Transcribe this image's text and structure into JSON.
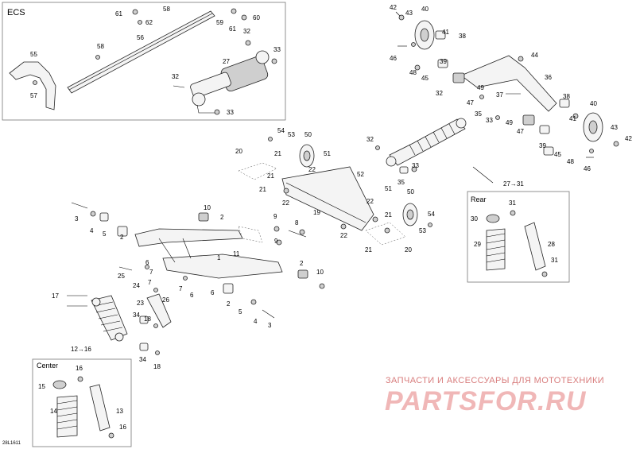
{
  "ecs_box": {
    "title": "ECS"
  },
  "rear_box": {
    "title": "Rear",
    "ref": "27→31"
  },
  "center_box": {
    "title": "Center",
    "ref": "12→16"
  },
  "labels": {
    "l61a": "61",
    "l62": "62",
    "l58a": "58",
    "l59": "59",
    "l60": "60",
    "l61b": "61",
    "l56": "56",
    "l32a": "32",
    "l58b": "58",
    "l33a": "33",
    "l55": "55",
    "l27a": "27",
    "l57": "57",
    "l32b": "32",
    "l33b": "33",
    "l42a": "42",
    "l43a": "43",
    "l40a": "40",
    "l41a": "41",
    "l38a": "38",
    "l46a": "46",
    "l48a": "48",
    "l45a": "45",
    "l39a": "39",
    "l44": "44",
    "l36": "36",
    "l49a": "49",
    "l47a": "47",
    "l37": "37",
    "l38b": "38",
    "l32c": "32",
    "l35a": "35",
    "l33c": "33",
    "l49b": "49",
    "l47b": "47",
    "l40b": "40",
    "l41b": "41",
    "l43b": "43",
    "l42b": "42",
    "l39b": "39",
    "l45b": "45",
    "l48b": "48",
    "l46b": "46",
    "l54a": "54",
    "l53a": "53",
    "l50a": "50",
    "l20a": "20",
    "l21a": "21",
    "l21b": "21",
    "l51a": "51",
    "l22a": "22",
    "l21c": "21",
    "l22b": "22",
    "l52": "52",
    "l32d": "32",
    "l33d": "33",
    "l35b": "35",
    "l19": "19",
    "l51b": "51",
    "l50b": "50",
    "l22c": "22",
    "l21d": "21",
    "l54b": "54",
    "l53b": "53",
    "l22d": "22",
    "l21e": "21",
    "l20b": "20",
    "l3a": "3",
    "l4a": "4",
    "l5a": "5",
    "l2a": "2",
    "l10a": "10",
    "l2b": "2",
    "l9a": "9",
    "l8": "8",
    "l9b": "9",
    "l11": "11",
    "l6a": "6",
    "l7a": "7",
    "l1": "1",
    "l6b": "6",
    "l7b": "7",
    "l25": "25",
    "l24": "24",
    "l7c": "7",
    "l6c": "6",
    "l2c": "2",
    "l10b": "10",
    "l2d": "2",
    "l5b": "5",
    "l4b": "4",
    "l3b": "3",
    "l26": "26",
    "l23": "23",
    "l17": "17",
    "l34a": "34",
    "l18a": "18",
    "l34b": "34",
    "l18b": "18",
    "l30": "30",
    "l31a": "31",
    "l29": "29",
    "l28": "28",
    "l31b": "31",
    "l16a": "16",
    "l15": "15",
    "l14": "14",
    "l13": "13",
    "l16b": "16"
  },
  "watermark": {
    "line1": "ЗАПЧАСТИ И АКСЕССУАРЫ ДЛЯ МОТОТЕХНИКИ",
    "line2": "PARTSFOR.RU"
  },
  "figure_code": "28L1611"
}
